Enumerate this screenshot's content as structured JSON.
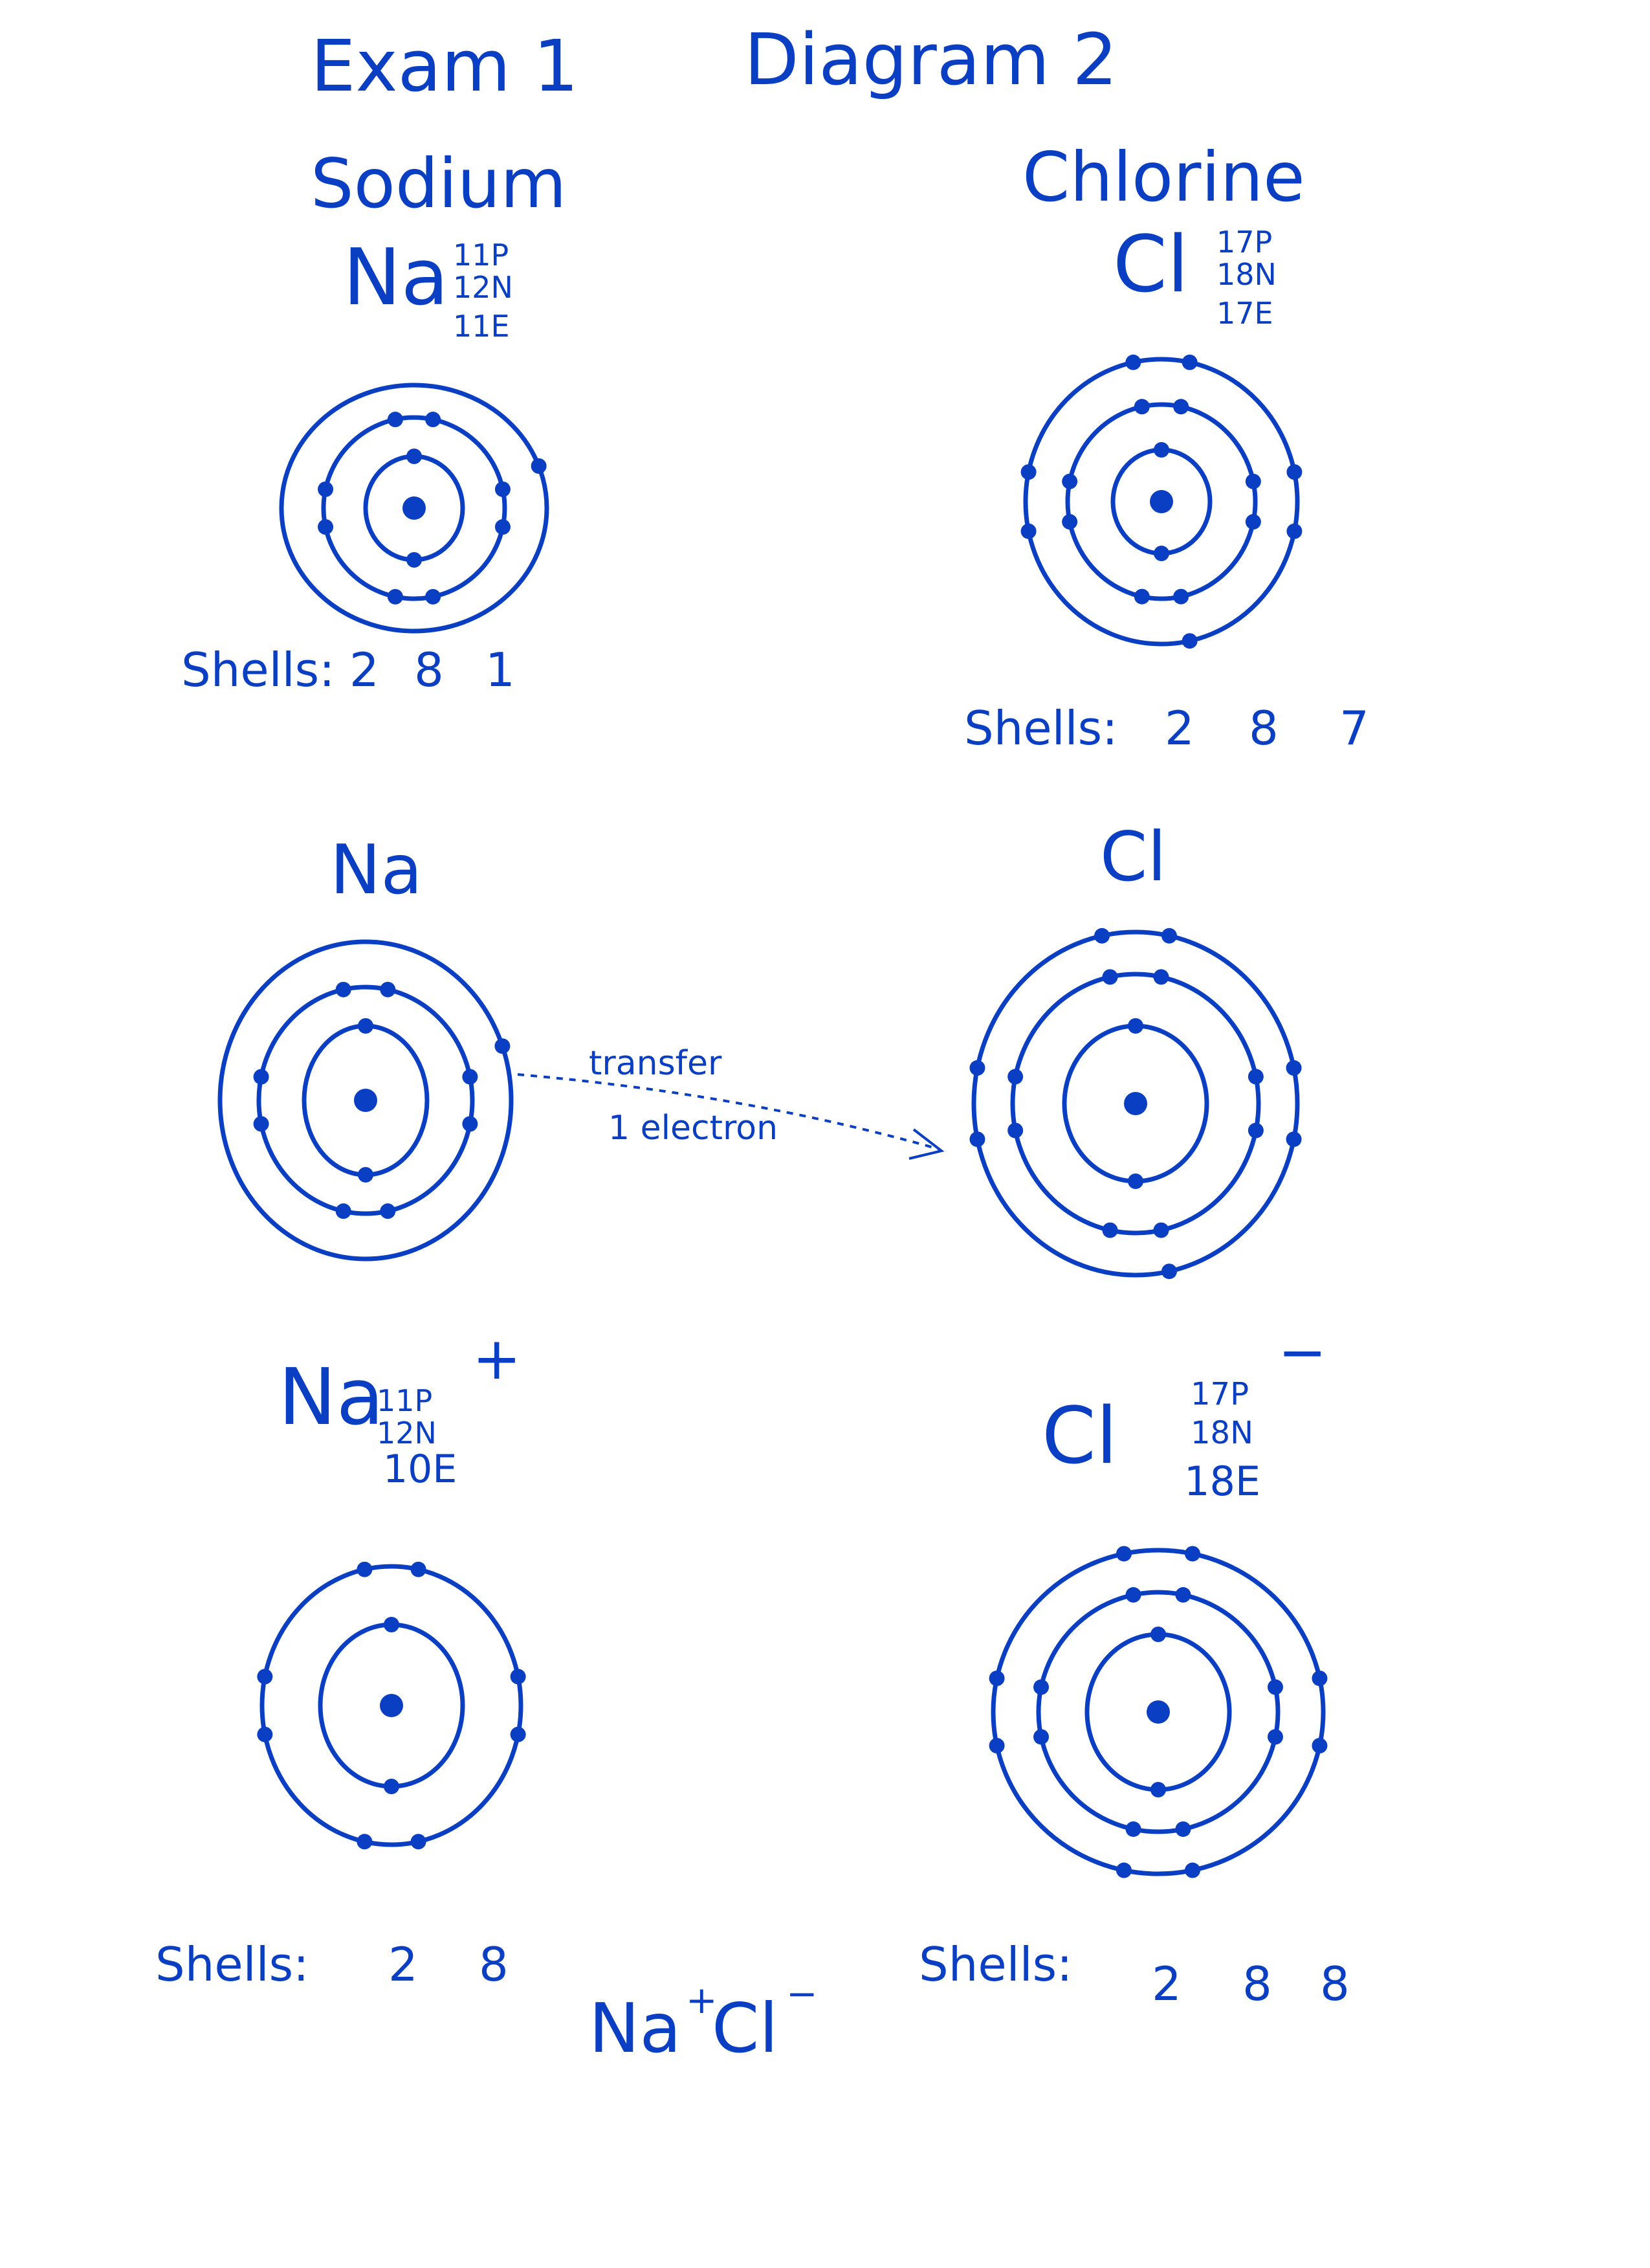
{
  "header": {
    "exam": "Exam 1",
    "diagram": "Diagram 2"
  },
  "sodium": {
    "name": "Sodium",
    "symbol": "Na",
    "protons": "11P",
    "neutrons": "12N",
    "electrons": "11E",
    "shells_label": "Shells:",
    "shells": [
      2,
      8,
      1
    ]
  },
  "chlorine": {
    "name": "Chlorine",
    "symbol": "Cl",
    "protons": "17P",
    "neutrons": "18N",
    "electrons": "17E",
    "shells_label": "Shells:",
    "shells": [
      2,
      8,
      7
    ]
  },
  "transfer": {
    "na_label": "Na",
    "cl_label": "Cl",
    "na_shells": [
      2,
      8,
      1
    ],
    "cl_shells": [
      2,
      8,
      7
    ],
    "arrow_line1": "transfer",
    "arrow_line2": "1 electron"
  },
  "sodium_ion": {
    "symbol": "Na",
    "charge": "+",
    "protons": "11P",
    "neutrons": "12N",
    "electrons": "10E",
    "shells_label": "Shells:",
    "shells": [
      2,
      8
    ]
  },
  "chloride_ion": {
    "symbol": "Cl",
    "charge": "−",
    "protons": "17P",
    "neutrons": "18N",
    "electrons": "18E",
    "shells_label": "Shells:",
    "shells": [
      2,
      8,
      8
    ]
  },
  "formula": {
    "na": "Na",
    "na_charge": "+",
    "cl": "Cl",
    "cl_charge": "−"
  },
  "colors": {
    "ink": "#0a3fc4",
    "paper": "#ffffff"
  }
}
